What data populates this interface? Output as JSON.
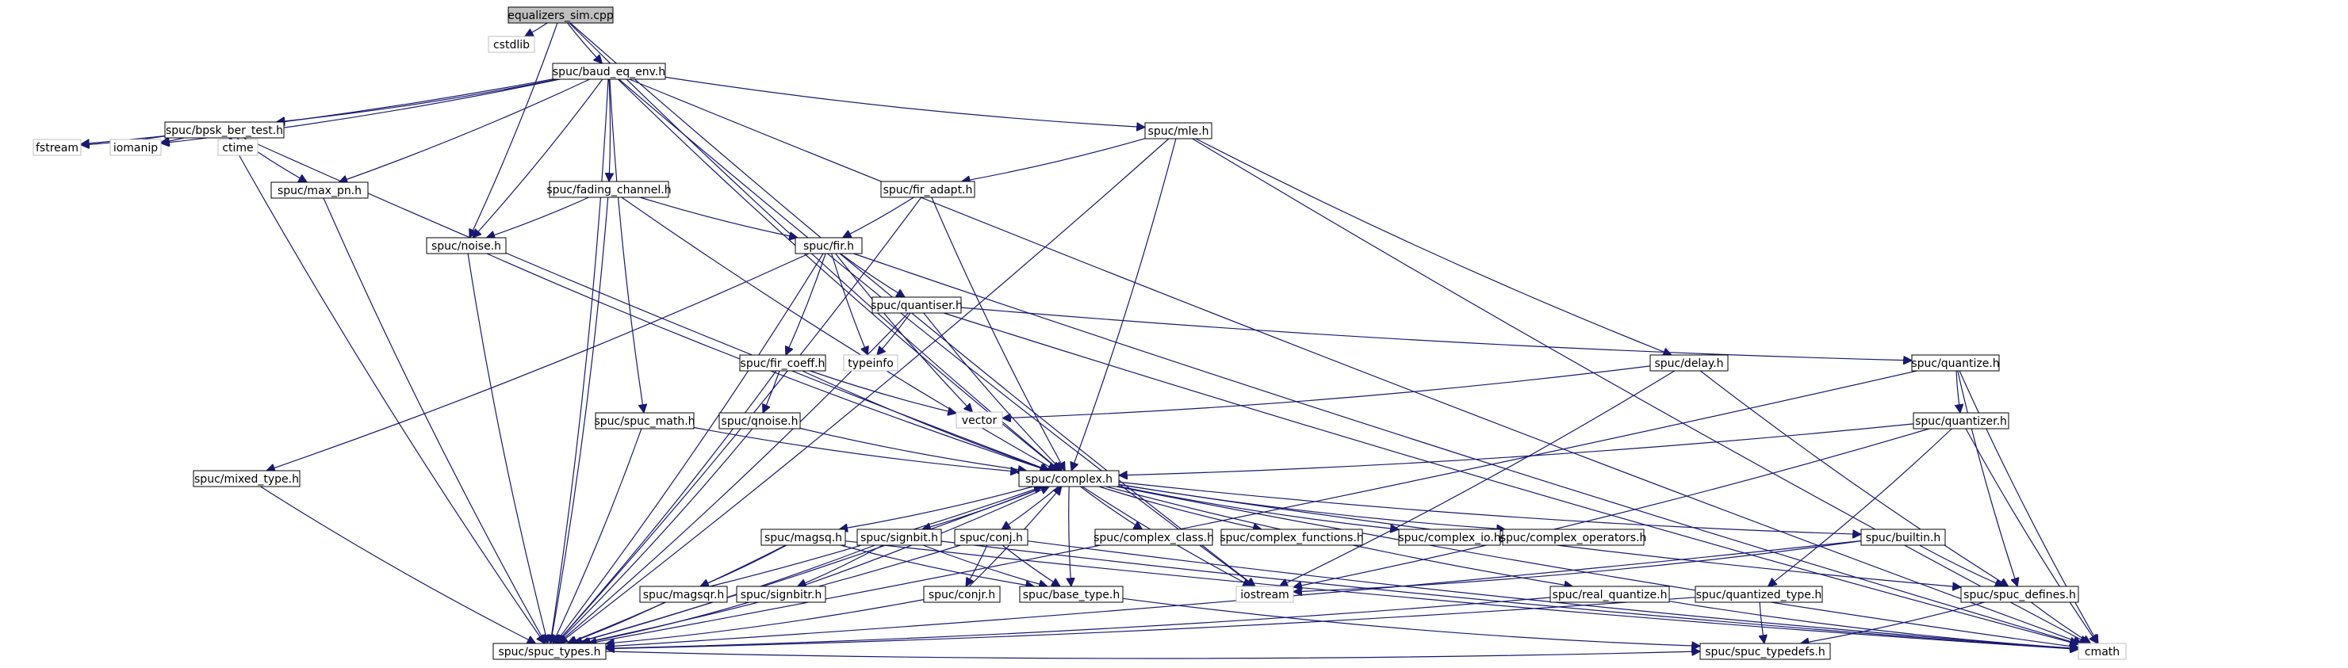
{
  "colors": {
    "edge": "#191970",
    "root_fill": "#bfbfbf",
    "node_border": "#000000",
    "system_header_border": "#bfbfbf",
    "background": "#ffffff"
  },
  "nodes": [
    {
      "id": "eq",
      "label": "equalizers_sim.cpp",
      "kind": "root"
    },
    {
      "id": "cstdlib",
      "label": "cstdlib",
      "kind": "sys"
    },
    {
      "id": "baud",
      "label": "spuc/baud_eq_env.h",
      "kind": "file"
    },
    {
      "id": "bpsk",
      "label": "spuc/bpsk_ber_test.h",
      "kind": "file"
    },
    {
      "id": "fstream",
      "label": "fstream",
      "kind": "sys"
    },
    {
      "id": "iomanip",
      "label": "iomanip",
      "kind": "sys"
    },
    {
      "id": "ctime",
      "label": "ctime",
      "kind": "sys"
    },
    {
      "id": "maxpn",
      "label": "spuc/max_pn.h",
      "kind": "file"
    },
    {
      "id": "fading",
      "label": "spuc/fading_channel.h",
      "kind": "file"
    },
    {
      "id": "noise",
      "label": "spuc/noise.h",
      "kind": "file"
    },
    {
      "id": "mle",
      "label": "spuc/mle.h",
      "kind": "file"
    },
    {
      "id": "firadapt",
      "label": "spuc/fir_adapt.h",
      "kind": "file"
    },
    {
      "id": "fir",
      "label": "spuc/fir.h",
      "kind": "file"
    },
    {
      "id": "quantiser",
      "label": "spuc/quantiser.h",
      "kind": "file"
    },
    {
      "id": "typeinfo",
      "label": "typeinfo",
      "kind": "sys"
    },
    {
      "id": "fircoeff",
      "label": "spuc/fir_coeff.h",
      "kind": "file"
    },
    {
      "id": "delay",
      "label": "spuc/delay.h",
      "kind": "file"
    },
    {
      "id": "quantize",
      "label": "spuc/quantize.h",
      "kind": "file"
    },
    {
      "id": "vector",
      "label": "vector",
      "kind": "sys"
    },
    {
      "id": "spucmath",
      "label": "spuc/spuc_math.h",
      "kind": "file"
    },
    {
      "id": "qnoise",
      "label": "spuc/qnoise.h",
      "kind": "file"
    },
    {
      "id": "quantizer",
      "label": "spuc/quantizer.h",
      "kind": "file"
    },
    {
      "id": "mixed",
      "label": "spuc/mixed_type.h",
      "kind": "file"
    },
    {
      "id": "complex",
      "label": "spuc/complex.h",
      "kind": "file"
    },
    {
      "id": "magsq",
      "label": "spuc/magsq.h",
      "kind": "file"
    },
    {
      "id": "signbit",
      "label": "spuc/signbit.h",
      "kind": "file"
    },
    {
      "id": "conj",
      "label": "spuc/conj.h",
      "kind": "file"
    },
    {
      "id": "cclass",
      "label": "spuc/complex_class.h",
      "kind": "file"
    },
    {
      "id": "cfunc",
      "label": "spuc/complex_functions.h",
      "kind": "file"
    },
    {
      "id": "cio",
      "label": "spuc/complex_io.h",
      "kind": "file"
    },
    {
      "id": "cops",
      "label": "spuc/complex_operators.h",
      "kind": "file"
    },
    {
      "id": "builtin",
      "label": "spuc/builtin.h",
      "kind": "file"
    },
    {
      "id": "magsqr",
      "label": "spuc/magsqr.h",
      "kind": "file"
    },
    {
      "id": "signbitr",
      "label": "spuc/signbitr.h",
      "kind": "file"
    },
    {
      "id": "conjr",
      "label": "spuc/conjr.h",
      "kind": "file"
    },
    {
      "id": "basetype",
      "label": "spuc/base_type.h",
      "kind": "file"
    },
    {
      "id": "iostream",
      "label": "iostream",
      "kind": "sys"
    },
    {
      "id": "realq",
      "label": "spuc/real_quantize.h",
      "kind": "file"
    },
    {
      "id": "qtype",
      "label": "spuc/quantized_type.h",
      "kind": "file"
    },
    {
      "id": "defines",
      "label": "spuc/spuc_defines.h",
      "kind": "file"
    },
    {
      "id": "types",
      "label": "spuc/spuc_types.h",
      "kind": "file"
    },
    {
      "id": "typedefs",
      "label": "spuc/spuc_typedefs.h",
      "kind": "file"
    },
    {
      "id": "cmath",
      "label": "cmath",
      "kind": "sys"
    }
  ],
  "edges": [
    [
      "eq",
      "cstdlib"
    ],
    [
      "eq",
      "baud"
    ],
    [
      "eq",
      "noise"
    ],
    [
      "eq",
      "complex"
    ],
    [
      "eq",
      "iostream"
    ],
    [
      "baud",
      "bpsk"
    ],
    [
      "baud",
      "fstream"
    ],
    [
      "baud",
      "iomanip"
    ],
    [
      "baud",
      "maxpn"
    ],
    [
      "baud",
      "fading"
    ],
    [
      "baud",
      "noise"
    ],
    [
      "baud",
      "mle"
    ],
    [
      "baud",
      "complex"
    ],
    [
      "baud",
      "spucmath"
    ],
    [
      "baud",
      "types"
    ],
    [
      "baud",
      "iostream"
    ],
    [
      "baud",
      "cmath"
    ],
    [
      "bpsk",
      "fstream"
    ],
    [
      "bpsk",
      "iomanip"
    ],
    [
      "bpsk",
      "ctime"
    ],
    [
      "bpsk",
      "maxpn"
    ],
    [
      "bpsk",
      "types"
    ],
    [
      "bpsk",
      "complex"
    ],
    [
      "maxpn",
      "types"
    ],
    [
      "fading",
      "noise"
    ],
    [
      "fading",
      "fir"
    ],
    [
      "fading",
      "complex"
    ],
    [
      "fading",
      "types"
    ],
    [
      "noise",
      "types"
    ],
    [
      "noise",
      "complex"
    ],
    [
      "mle",
      "firadapt"
    ],
    [
      "mle",
      "delay"
    ],
    [
      "mle",
      "complex"
    ],
    [
      "mle",
      "types"
    ],
    [
      "mle",
      "cmath"
    ],
    [
      "firadapt",
      "fir"
    ],
    [
      "firadapt",
      "complex"
    ],
    [
      "firadapt",
      "types"
    ],
    [
      "fir",
      "quantiser"
    ],
    [
      "fir",
      "fircoeff"
    ],
    [
      "fir",
      "typeinfo"
    ],
    [
      "fir",
      "vector"
    ],
    [
      "fir",
      "mixed"
    ],
    [
      "fir",
      "types"
    ],
    [
      "fir",
      "cmath"
    ],
    [
      "quantiser",
      "typeinfo"
    ],
    [
      "quantiser",
      "quantize"
    ],
    [
      "quantiser",
      "complex"
    ],
    [
      "quantiser",
      "types"
    ],
    [
      "quantiser",
      "cmath"
    ],
    [
      "fircoeff",
      "qnoise"
    ],
    [
      "fircoeff",
      "vector"
    ],
    [
      "fircoeff",
      "types"
    ],
    [
      "fircoeff",
      "complex"
    ],
    [
      "delay",
      "vector"
    ],
    [
      "delay",
      "iostream"
    ],
    [
      "delay",
      "defines"
    ],
    [
      "quantize",
      "quantizer"
    ],
    [
      "quantize",
      "defines"
    ],
    [
      "quantize",
      "cmath"
    ],
    [
      "quantize",
      "types"
    ],
    [
      "spucmath",
      "complex"
    ],
    [
      "spucmath",
      "types"
    ],
    [
      "qnoise",
      "complex"
    ],
    [
      "qnoise",
      "types"
    ],
    [
      "quantizer",
      "complex"
    ],
    [
      "quantizer",
      "qtype"
    ],
    [
      "quantizer",
      "cmath"
    ],
    [
      "quantizer",
      "iostream"
    ],
    [
      "mixed",
      "types"
    ],
    [
      "complex",
      "magsq"
    ],
    [
      "complex",
      "signbit"
    ],
    [
      "complex",
      "conj"
    ],
    [
      "complex",
      "cclass"
    ],
    [
      "complex",
      "cfunc"
    ],
    [
      "complex",
      "cio"
    ],
    [
      "complex",
      "cops"
    ],
    [
      "complex",
      "builtin"
    ],
    [
      "complex",
      "basetype"
    ],
    [
      "complex",
      "iostream"
    ],
    [
      "complex",
      "types"
    ],
    [
      "complex",
      "cmath"
    ],
    [
      "complex",
      "defines"
    ],
    [
      "complex",
      "realq"
    ],
    [
      "magsq",
      "magsqr"
    ],
    [
      "magsq",
      "basetype"
    ],
    [
      "magsq",
      "types"
    ],
    [
      "magsq",
      "cmath"
    ],
    [
      "signbit",
      "signbitr"
    ],
    [
      "signbit",
      "basetype"
    ],
    [
      "signbit",
      "types"
    ],
    [
      "signbit",
      "cmath"
    ],
    [
      "conj",
      "conjr"
    ],
    [
      "conj",
      "basetype"
    ],
    [
      "conj",
      "types"
    ],
    [
      "conj",
      "cmath"
    ],
    [
      "builtin",
      "defines"
    ],
    [
      "builtin",
      "types"
    ],
    [
      "builtin",
      "iostream"
    ],
    [
      "magsqr",
      "types"
    ],
    [
      "magsqr",
      "complex"
    ],
    [
      "signbitr",
      "types"
    ],
    [
      "signbitr",
      "complex"
    ],
    [
      "conjr",
      "types"
    ],
    [
      "conjr",
      "complex"
    ],
    [
      "basetype",
      "typedefs"
    ],
    [
      "realq",
      "types"
    ],
    [
      "realq",
      "cmath"
    ],
    [
      "qtype",
      "types"
    ],
    [
      "qtype",
      "typedefs"
    ],
    [
      "defines",
      "typedefs"
    ],
    [
      "defines",
      "cmath"
    ],
    [
      "types",
      "typedefs"
    ]
  ]
}
